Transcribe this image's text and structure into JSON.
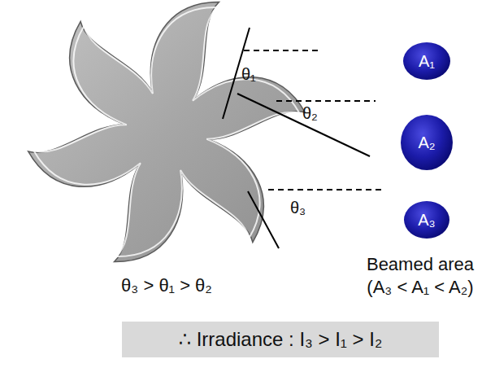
{
  "diagram": {
    "nodes": [
      {
        "text": [
          "A₁"
        ]
      },
      {
        "text": [
          "A₂"
        ]
      },
      {
        "text": [
          "A₃"
        ]
      },
      {
        "text": [
          "∴ Irradiance : I₃ > I₁ > I₂"
        ]
      }
    ],
    "labels": [
      "θ₁",
      "θ₂",
      "θ₃",
      "Beamed area",
      "(A₃ < A₁ < A₂)",
      "θ₃ > θ₁ > θ₂"
    ]
  }
}
